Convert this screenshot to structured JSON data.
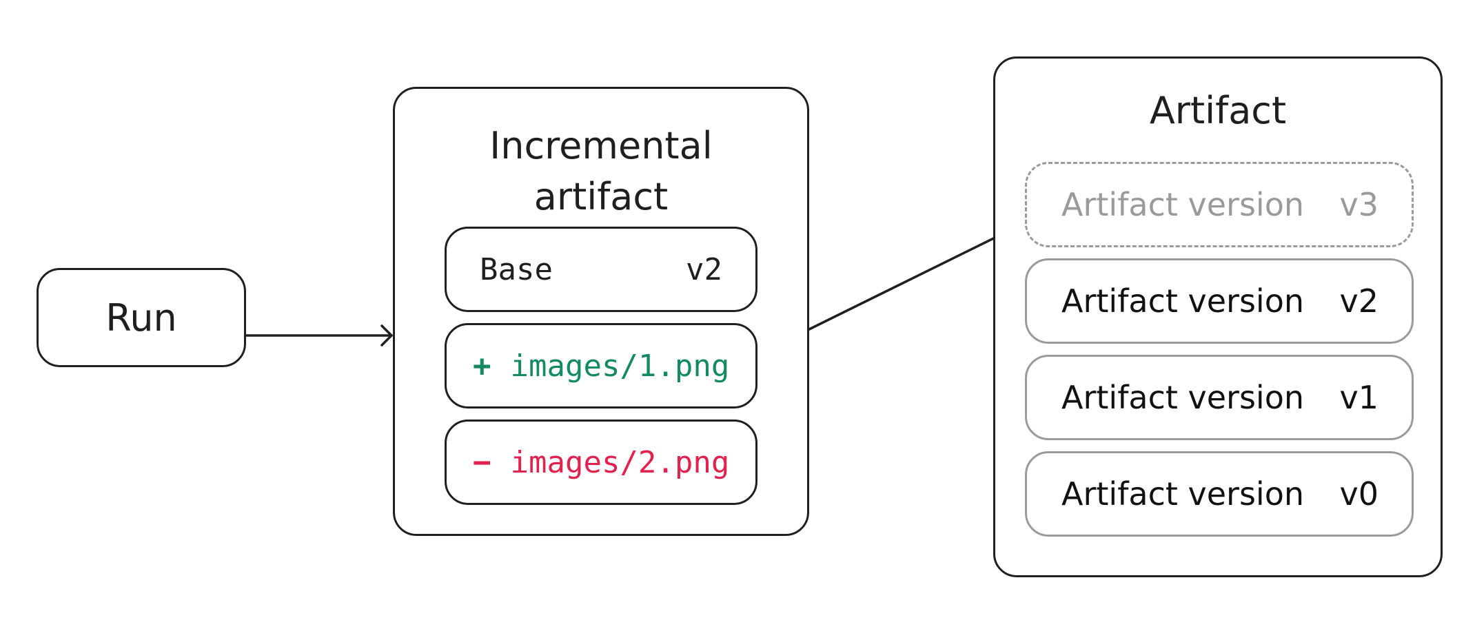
{
  "run": {
    "label": "Run"
  },
  "incremental": {
    "title_line1": "Incremental",
    "title_line2": "artifact",
    "base": {
      "label": "Base",
      "version": "v2"
    },
    "added": {
      "sign": "+",
      "path": "images/1.png"
    },
    "removed": {
      "sign": "−",
      "path": "images/2.png"
    }
  },
  "artifact": {
    "title": "Artifact",
    "versions": [
      {
        "label": "Artifact version",
        "version": "v3",
        "state": "pending"
      },
      {
        "label": "Artifact version",
        "version": "v2",
        "state": "committed"
      },
      {
        "label": "Artifact version",
        "version": "v1",
        "state": "committed"
      },
      {
        "label": "Artifact version",
        "version": "v0",
        "state": "committed"
      }
    ]
  },
  "colors": {
    "stroke": "#1f1f1f",
    "added": "#138a62",
    "removed": "#e0234e",
    "muted": "#9a9a9a"
  }
}
